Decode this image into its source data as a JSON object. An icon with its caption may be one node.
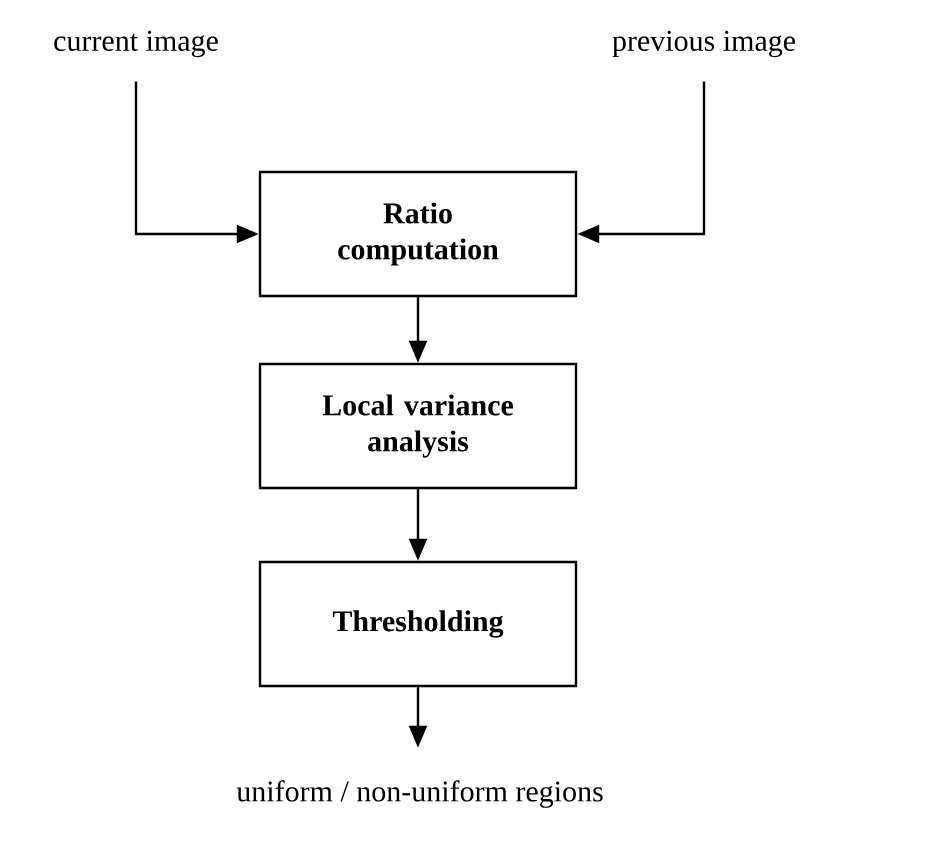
{
  "diagram": {
    "nodes": [
      {
        "text": [
          "current image"
        ]
      },
      {
        "text": [
          "previous image"
        ]
      },
      {
        "text": [
          "Ratio computation"
        ]
      },
      {
        "text": [
          "Local variance analysis"
        ]
      },
      {
        "text": [
          "Thresholding"
        ]
      },
      {
        "text": [
          "uniform / non-uniform regions"
        ]
      }
    ],
    "edges": [
      {
        "from": 0,
        "to": 2,
        "arrow": "to"
      },
      {
        "from": 1,
        "to": 2,
        "arrow": "to"
      },
      {
        "from": 2,
        "to": 3,
        "arrow": "to"
      },
      {
        "from": 3,
        "to": 4,
        "arrow": "to"
      },
      {
        "from": 4,
        "to": 5,
        "arrow": "to"
      }
    ]
  }
}
